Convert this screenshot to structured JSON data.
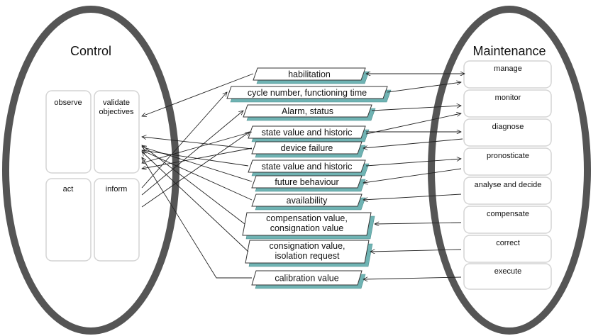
{
  "control": {
    "title": "Control",
    "boxes": [
      {
        "id": "observe",
        "lines": [
          "observe"
        ]
      },
      {
        "id": "validate",
        "lines": [
          "validate",
          "objectives"
        ]
      },
      {
        "id": "act",
        "lines": [
          "act"
        ]
      },
      {
        "id": "inform",
        "lines": [
          "inform"
        ]
      }
    ]
  },
  "maintenance": {
    "title": "Maintenance",
    "activities": [
      {
        "id": "manage",
        "label": "manage"
      },
      {
        "id": "monitor",
        "label": "monitor"
      },
      {
        "id": "diagnose",
        "label": "diagnose"
      },
      {
        "id": "pronosticate",
        "label": "pronosticate"
      },
      {
        "id": "analyse",
        "label": "analyse and decide"
      },
      {
        "id": "compensate",
        "label": "compensate"
      },
      {
        "id": "correct",
        "label": "correct"
      },
      {
        "id": "execute",
        "label": "execute"
      }
    ]
  },
  "messages": [
    {
      "id": "habilitation",
      "lines": [
        "habilitation"
      ]
    },
    {
      "id": "cycle-number",
      "lines": [
        "cycle number, functioning time"
      ]
    },
    {
      "id": "alarm-status",
      "lines": [
        "Alarm, status"
      ]
    },
    {
      "id": "state-value-1",
      "lines": [
        "state value and historic"
      ]
    },
    {
      "id": "device-failure",
      "lines": [
        "device failure"
      ]
    },
    {
      "id": "state-value-2",
      "lines": [
        "state value and historic"
      ]
    },
    {
      "id": "future-behaviour",
      "lines": [
        "future behaviour"
      ]
    },
    {
      "id": "availability",
      "lines": [
        "availability"
      ]
    },
    {
      "id": "compensation-value",
      "lines": [
        "compensation value,",
        "consignation value"
      ]
    },
    {
      "id": "consignation-value",
      "lines": [
        "consignation value,",
        "isolation request"
      ]
    },
    {
      "id": "calibration-value",
      "lines": [
        "calibration value"
      ]
    }
  ],
  "colors": {
    "ellipse_stroke": "#555555",
    "box_stroke": "#d4d4d4",
    "shadow": "#6fb3b3",
    "line": "#222222"
  }
}
